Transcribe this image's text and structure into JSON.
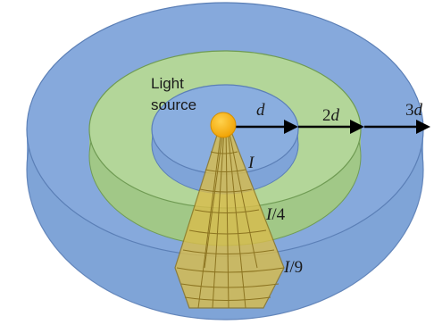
{
  "light_source_label": {
    "line1": "Light",
    "line2": "source"
  },
  "distance_labels": [
    {
      "coef": "",
      "var": "d"
    },
    {
      "coef": "2",
      "var": "d"
    },
    {
      "coef": "3",
      "var": "d"
    }
  ],
  "intensity_labels": [
    {
      "var": "I",
      "suffix": ""
    },
    {
      "var": "I",
      "suffix": "/4"
    },
    {
      "var": "I",
      "suffix": "/9"
    }
  ],
  "colors": {
    "outer_shell": "#7fa4d8",
    "middle_shell": "#a9cf8c",
    "inner_shell": "#7fa4d8",
    "shell_edge": "#5b7fb6",
    "cone_fill": "#d4b84a",
    "cone_edge": "#8c7420",
    "source": "#f6b21a",
    "arrow": "#000000"
  }
}
